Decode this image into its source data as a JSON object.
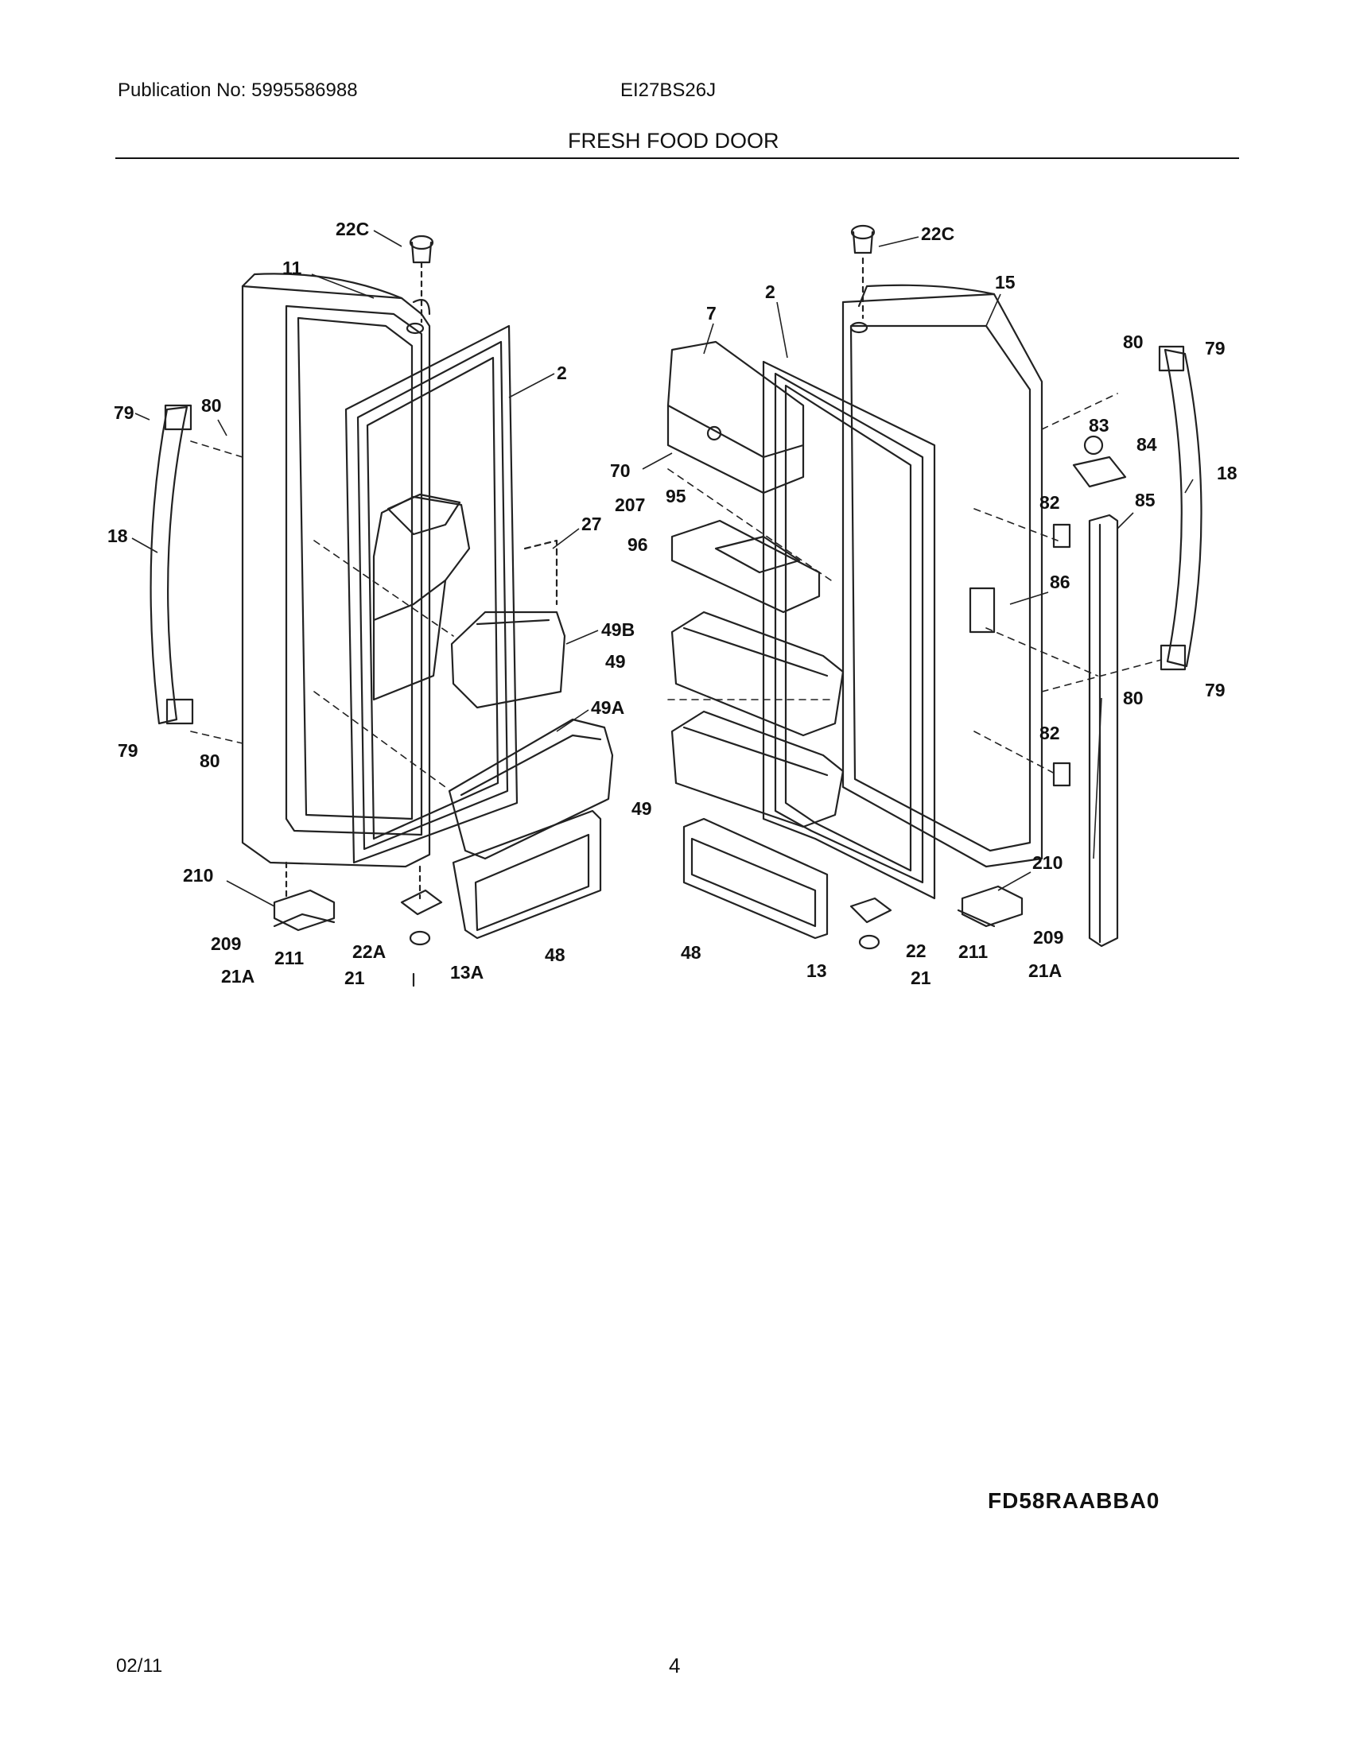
{
  "header": {
    "publication": "Publication No: 5995586988",
    "model": "EI27BS26J",
    "section_title": "FRESH FOOD DOOR"
  },
  "diagram": {
    "part_labels": [
      "22C",
      "11",
      "2",
      "79",
      "80",
      "18",
      "27",
      "49B",
      "49A",
      "210",
      "209",
      "21A",
      "211",
      "22A",
      "21",
      "13A",
      "48",
      "79",
      "80",
      "22C",
      "2",
      "15",
      "7",
      "70",
      "207",
      "95",
      "96",
      "49",
      "49",
      "80",
      "79",
      "83",
      "84",
      "18",
      "82",
      "85",
      "86",
      "80",
      "79",
      "82",
      "210",
      "209",
      "21A",
      "211",
      "22",
      "13",
      "21",
      "48"
    ]
  },
  "footer": {
    "figure_code": "FD58RAABBA0",
    "date": "02/11",
    "page_number": "4"
  }
}
